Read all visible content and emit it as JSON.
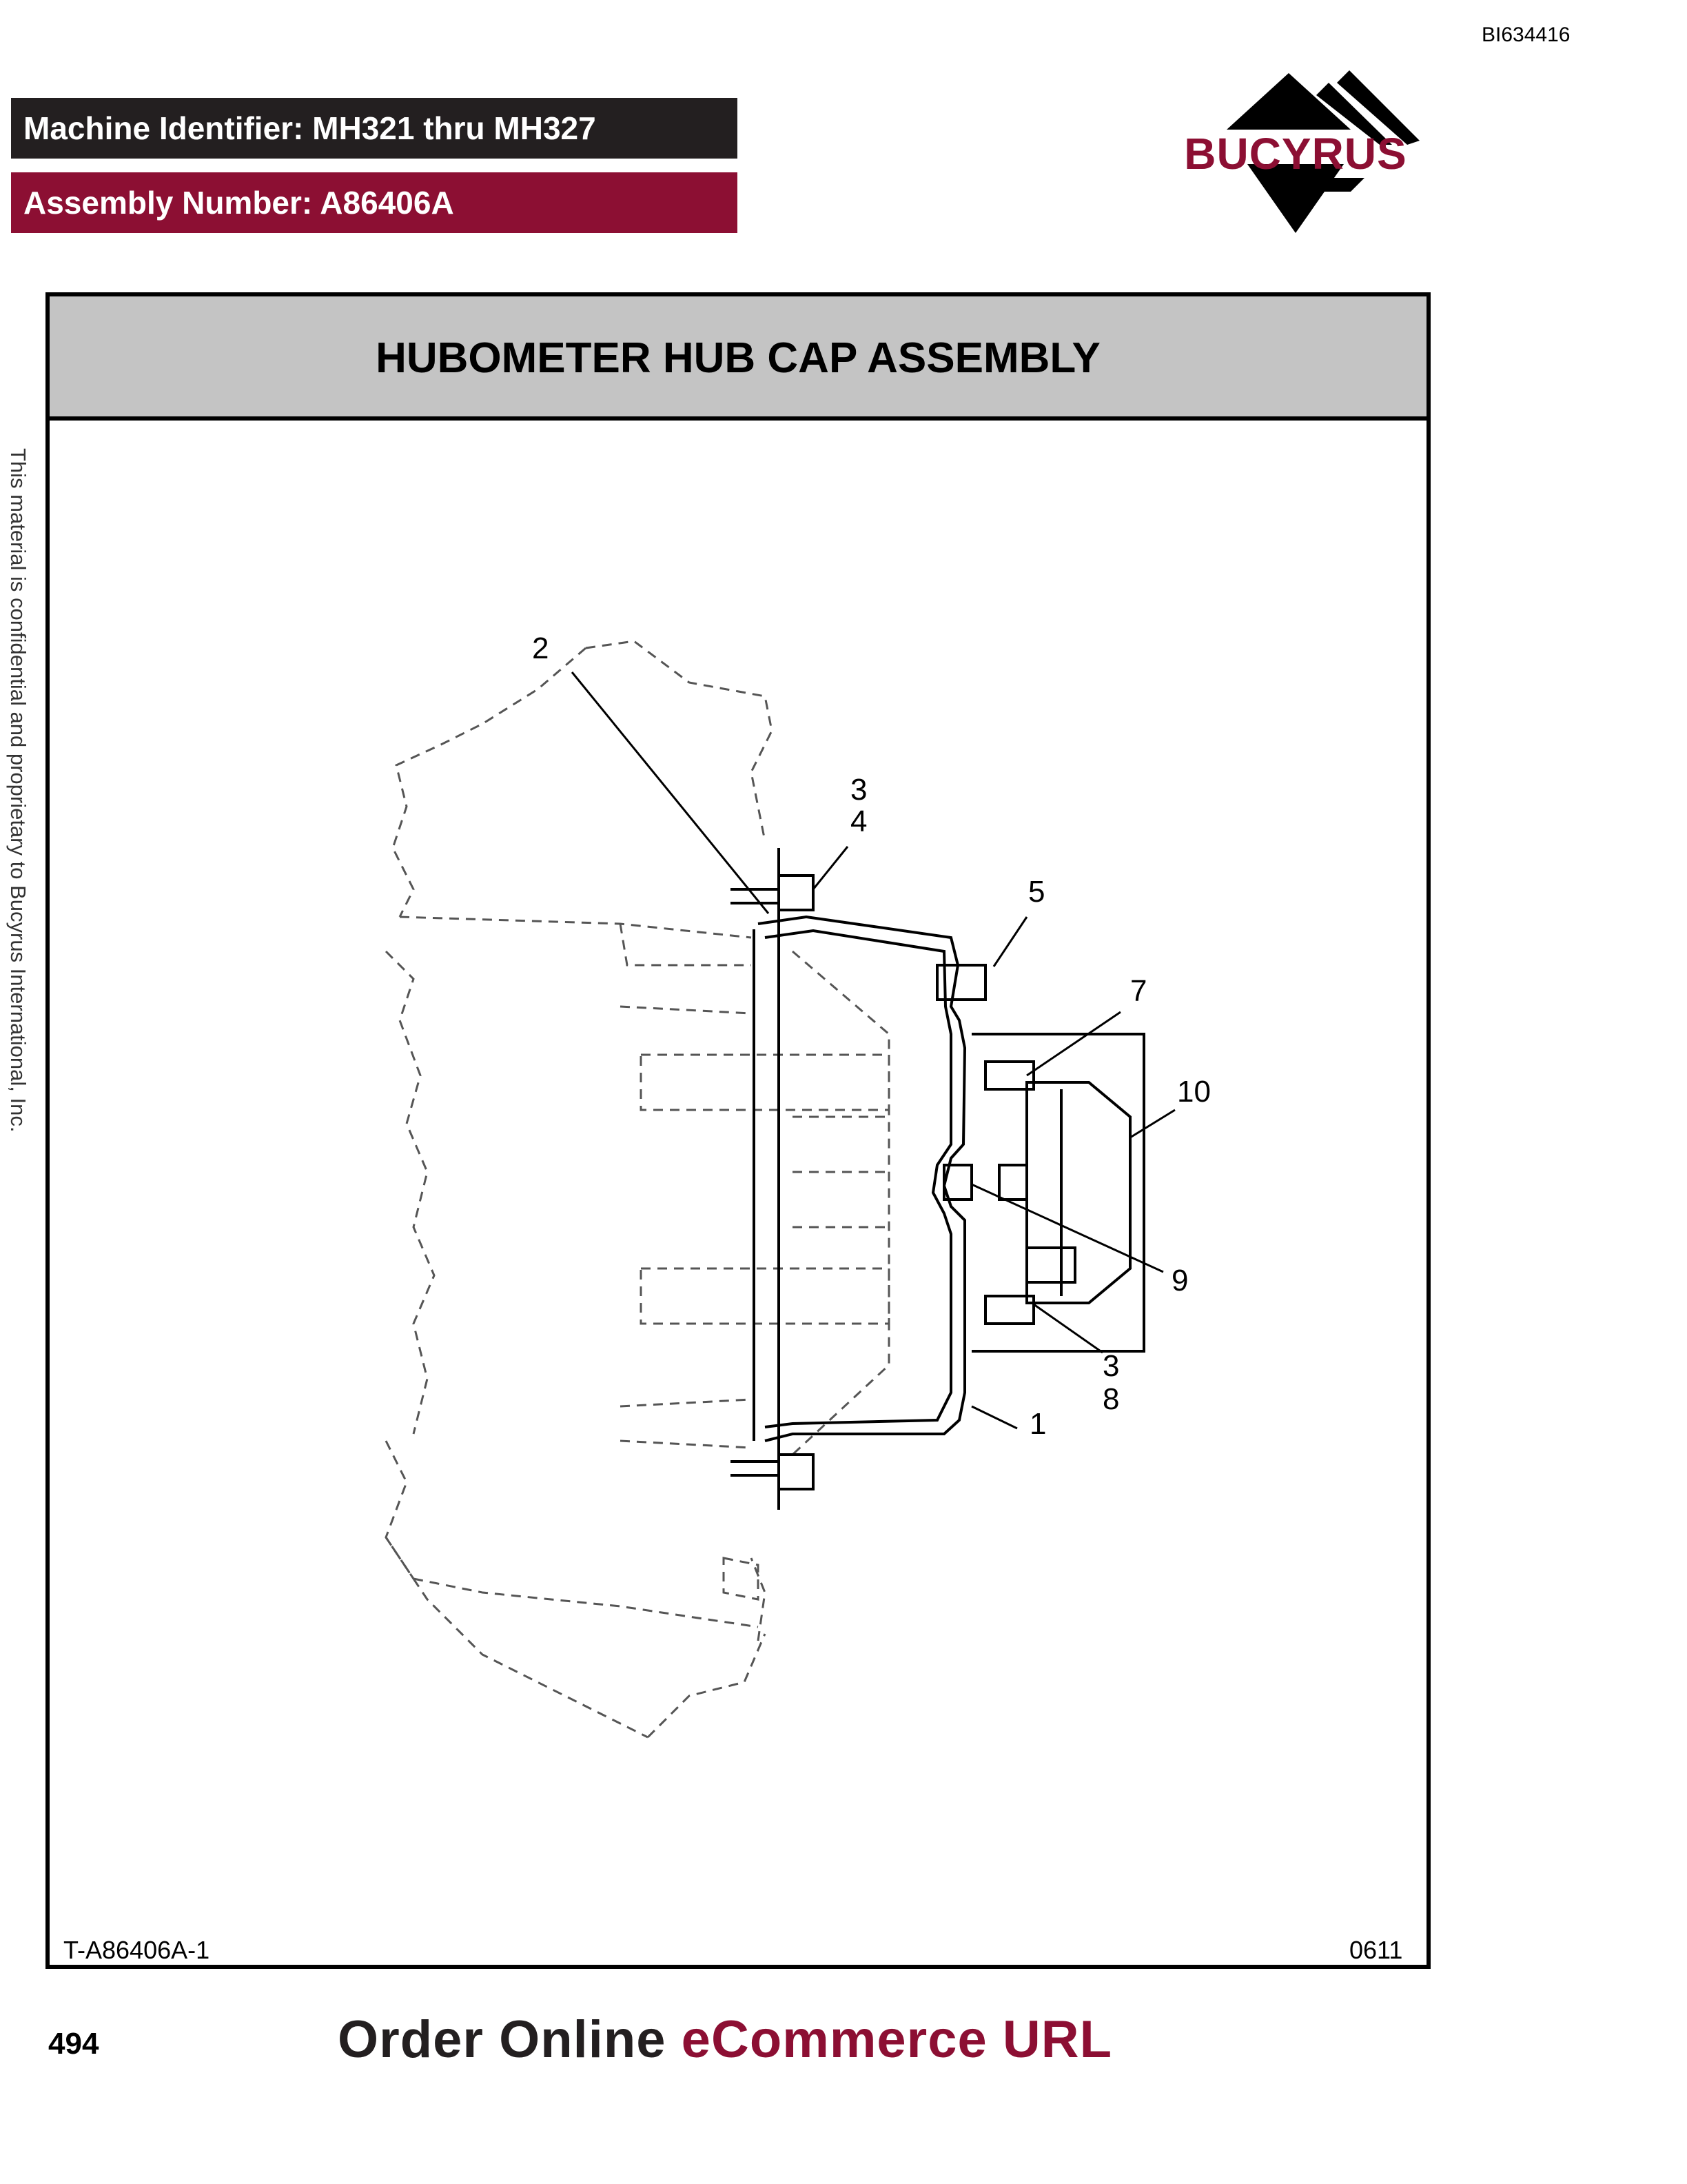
{
  "doc_id": "BI634416",
  "header": {
    "machine": "Machine Identifier: MH321 thru MH327",
    "assembly": "Assembly Number: A86406A"
  },
  "logo": {
    "text": "BUCYRUS",
    "icon": "bucyrus-pyramid-logo"
  },
  "figure": {
    "title": "HUBOMETER HUB CAP ASSEMBLY",
    "id": "T-A86406A-1",
    "revision": "0611",
    "callouts": [
      "2",
      "3",
      "4",
      "5",
      "7",
      "10",
      "9",
      "3",
      "8",
      "1"
    ]
  },
  "side_note": "This material is confidential and proprietary to Bucyrus International, Inc.",
  "footer": {
    "page_number": "494",
    "order_prefix": "Order Online",
    "order_url": "eCommerce URL"
  },
  "colors": {
    "brand": "#8c0f33",
    "dark": "#231f20",
    "band": "#c4c4c4"
  }
}
